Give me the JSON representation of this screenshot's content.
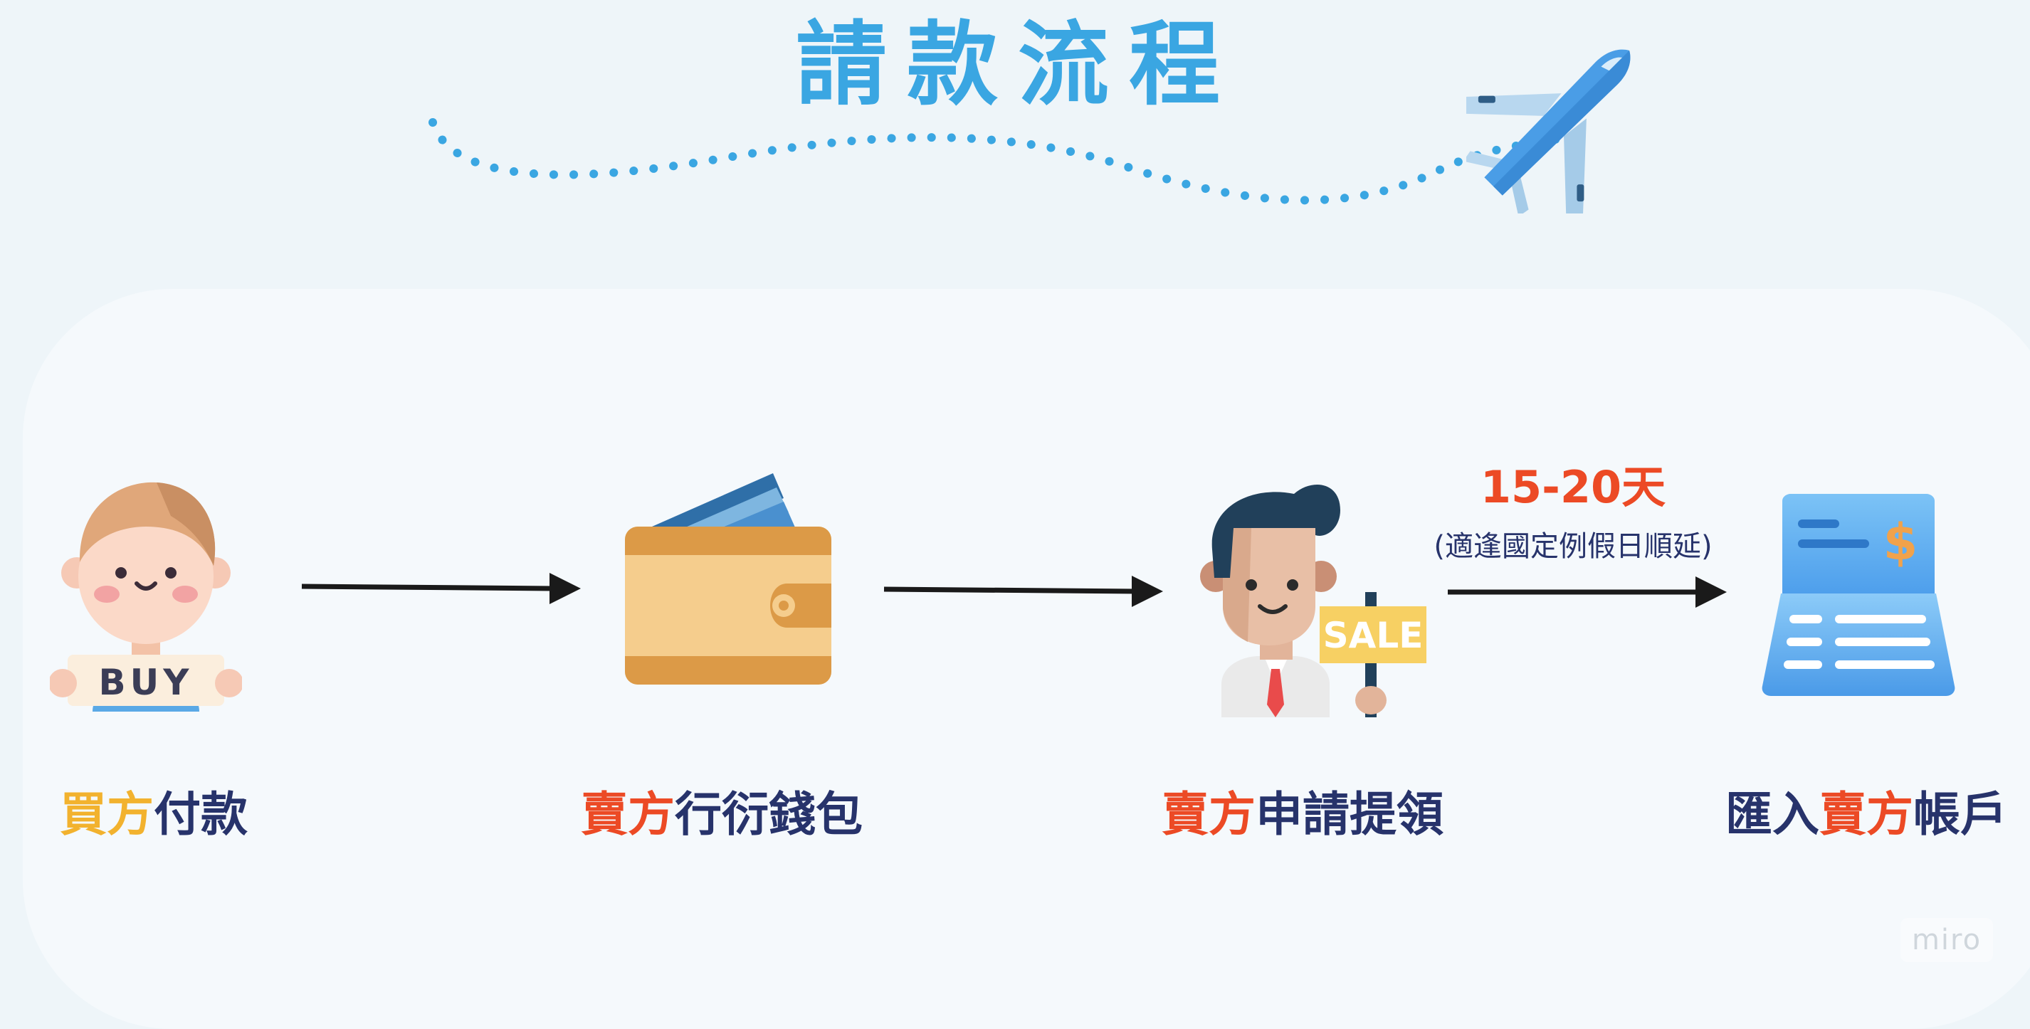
{
  "title": "請款流程",
  "steps": [
    {
      "icon": "buyer-buy-sign-icon",
      "sign_text": "BUY",
      "label_parts": [
        {
          "text": "買方",
          "color": "#f2b22e"
        },
        {
          "text": "付款",
          "color": "#27336b"
        }
      ]
    },
    {
      "icon": "wallet-icon",
      "label_parts": [
        {
          "text": "賣方",
          "color": "#ec4a25"
        },
        {
          "text": "行衍錢包",
          "color": "#27336b"
        }
      ]
    },
    {
      "icon": "seller-sale-sign-icon",
      "sign_text": "SALE",
      "label_parts": [
        {
          "text": "賣方",
          "color": "#ec4a25"
        },
        {
          "text": "申請提領",
          "color": "#27336b"
        }
      ]
    },
    {
      "icon": "bank-receipt-icon",
      "sign_text": "$",
      "label_parts": [
        {
          "text": "匯入",
          "color": "#27336b"
        },
        {
          "text": "賣方",
          "color": "#ec4a25"
        },
        {
          "text": "帳戶",
          "color": "#27336b"
        }
      ]
    }
  ],
  "duration": {
    "value": "15-20天",
    "note": "(適逢國定例假日順延)"
  },
  "watermark": "miro",
  "colors": {
    "title": "#3aa6e2",
    "accent_red": "#ec4a25",
    "accent_yellow": "#f2b22e",
    "navy": "#27336b",
    "arrow": "#1a1a1a"
  }
}
